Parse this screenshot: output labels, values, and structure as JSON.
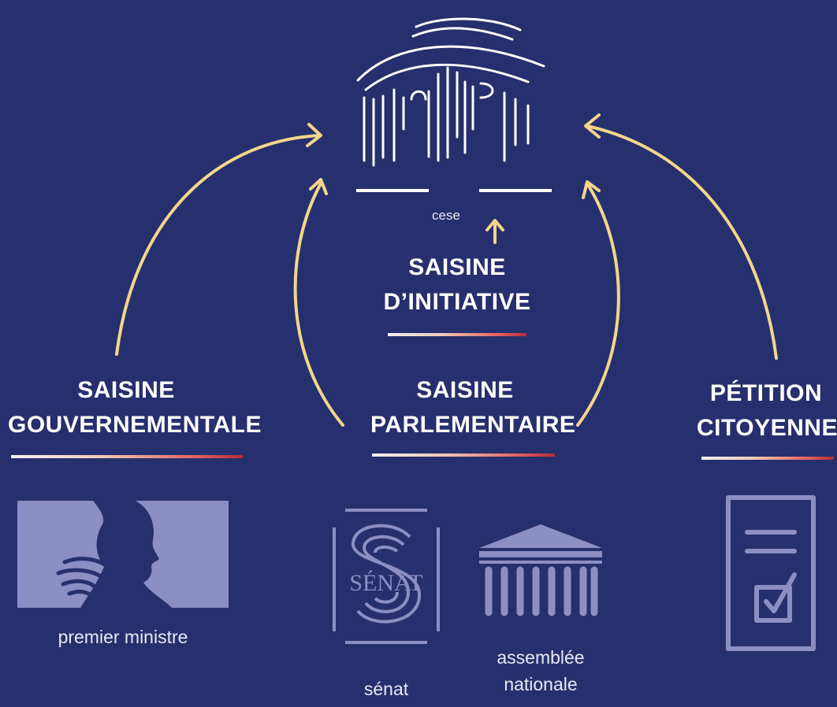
{
  "colors": {
    "background": "#26306e",
    "arrow": "#f5d58a",
    "logo_fill": "#8c8fc4",
    "rule_gradient": [
      "#f3f1f4",
      "#f0c9b6",
      "#e2615d",
      "#b82b3a"
    ]
  },
  "center": {
    "logo_icon": "cese-building-icon",
    "label": "cese"
  },
  "saisine_initiative": {
    "line1": "SAISINE",
    "line2": "D’INITIATIVE"
  },
  "saisine_gouvernementale": {
    "line1": "SAISINE",
    "line2": "GOUVERNEMENTALE",
    "logo_icon": "marianne-icon",
    "caption": "premier ministre"
  },
  "saisine_parlementaire": {
    "line1": "SAISINE",
    "line2": "PARLEMENTAIRE",
    "senat": {
      "logo_icon": "senat-logo-icon",
      "logo_text": "SÉNAT",
      "caption": "sénat"
    },
    "assemblee": {
      "logo_icon": "assemblee-building-icon",
      "caption_line1": "assemblée",
      "caption_line2": "nationale"
    }
  },
  "petition_citoyenne": {
    "line1": "PÉTITION",
    "line2": "CITOYENNE",
    "logo_icon": "petition-form-icon"
  }
}
